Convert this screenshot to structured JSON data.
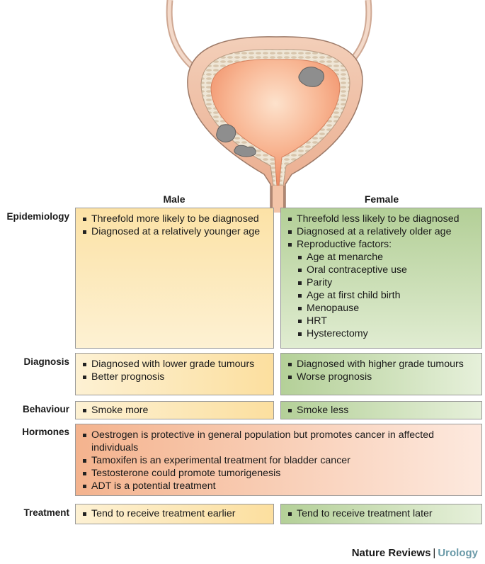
{
  "columns": {
    "male": "Male",
    "female": "Female"
  },
  "rows": [
    {
      "label": "Epidemiology",
      "male": [
        "Threefold more likely to be diagnosed",
        "Diagnosed at a relatively younger age"
      ],
      "female": [
        "Threefold less likely to be diagnosed",
        "Diagnosed at a relatively older age",
        "Reproductive factors:"
      ],
      "female_sub": [
        "Age at menarche",
        "Oral contraceptive use",
        "Parity",
        "Age at first child birth",
        "Menopause",
        "HRT",
        "Hysterectomy"
      ]
    },
    {
      "label": "Diagnosis",
      "male": [
        "Diagnosed with lower grade tumours",
        "Better prognosis"
      ],
      "female": [
        "Diagnosed with higher grade tumours",
        "Worse prognosis"
      ]
    },
    {
      "label": "Behaviour",
      "male": [
        "Smoke more"
      ],
      "female": [
        "Smoke less"
      ]
    },
    {
      "label": "Hormones",
      "shared": [
        "Oestrogen is protective in general population but promotes cancer in affected individuals",
        "Tamoxifen is an experimental treatment for bladder cancer",
        "Testosterone could promote tumorigenesis",
        "ADT is a potential treatment"
      ]
    },
    {
      "label": "Treatment",
      "male": [
        "Tend to receive treatment earlier"
      ],
      "female": [
        "Tend to receive treatment later"
      ]
    }
  ],
  "credit": {
    "publisher": "Nature Reviews",
    "separator": "|",
    "journal": "Urology"
  },
  "colors": {
    "male_box": "#fce2a6",
    "female_box": "#b3cf97",
    "hormones_box": "#f6bb98",
    "bladder_lumen": "#f7a27c",
    "bladder_wall": "#e9ddcb",
    "tumour": "#8c8c8c",
    "journal_accent": "#6a9aa8"
  },
  "icons": [
    "bladder-illustration",
    "tumour-icon",
    "ureter-icon",
    "urethra-icon"
  ]
}
